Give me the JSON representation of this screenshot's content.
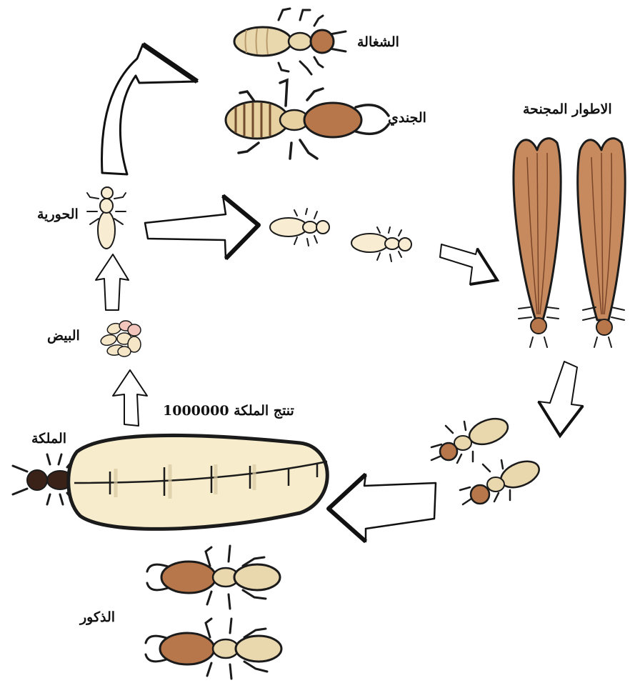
{
  "labels": {
    "worker": "الشغالة",
    "soldier": "الجندي",
    "winged": "الاطوار المجنحة",
    "nymph": "الحورية",
    "eggs": "البيض",
    "queen": "الملكة",
    "queen_output": "تنتج الملكة 1000000",
    "males": "الذكور"
  },
  "colors": {
    "pale": "#e9d7ae",
    "pale_light": "#f8ecd2",
    "brown": "#b8774a",
    "dark_brown": "#7a4428",
    "wing": "#c68a5e",
    "queen_abdomen": "#f7eccb",
    "queen_head": "#3a2218",
    "egg": "#f4e6c6",
    "egg_pink": "#f2c6bc",
    "outline": "#1b1b1b"
  },
  "icons": [
    "worker-termite-icon",
    "soldier-termite-icon",
    "winged-termite-icon",
    "nymph-icon",
    "egg-cluster-icon",
    "queen-termite-icon",
    "male-termite-icon",
    "cycle-arrow-icon"
  ]
}
